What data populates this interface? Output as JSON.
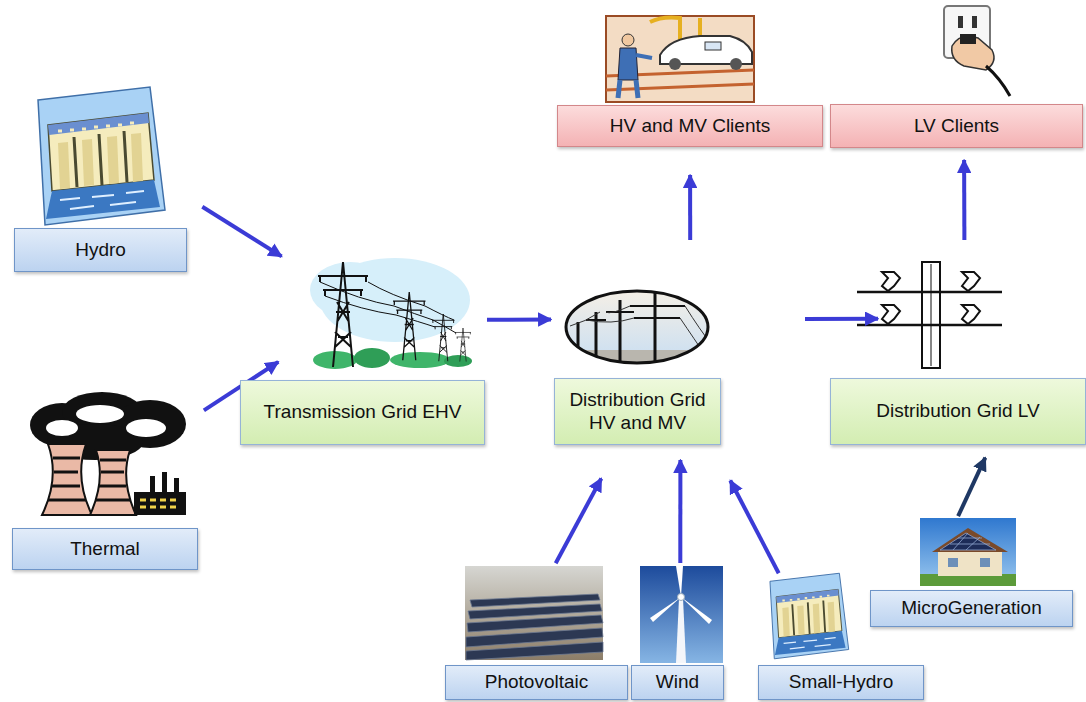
{
  "diagram": {
    "nodes": [
      {
        "text": [
          "HV and MV Clients"
        ]
      },
      {
        "text": [
          "LV Clients"
        ]
      },
      {
        "text": [
          "Hydro"
        ]
      },
      {
        "text": [
          "Transmission Grid EHV"
        ]
      },
      {
        "text": [
          "Distribution Grid HV and MV"
        ]
      },
      {
        "text": [
          "Distribution Grid LV"
        ]
      },
      {
        "text": [
          "Thermal"
        ]
      },
      {
        "text": [
          "MicroGeneration"
        ]
      },
      {
        "text": [
          "Photovoltaic"
        ]
      },
      {
        "text": [
          "Wind"
        ]
      },
      {
        "text": [
          "Small-Hydro"
        ]
      }
    ],
    "edges": [
      {
        "from": 2,
        "to": 3,
        "arrow": "to"
      },
      {
        "from": 6,
        "to": 3,
        "arrow": "to"
      },
      {
        "from": 3,
        "to": 4,
        "arrow": "to"
      },
      {
        "from": 4,
        "to": 5,
        "arrow": "to"
      },
      {
        "from": 4,
        "to": 0,
        "arrow": "to"
      },
      {
        "from": 5,
        "to": 1,
        "arrow": "to"
      },
      {
        "from": 8,
        "to": 4,
        "arrow": "to"
      },
      {
        "from": 9,
        "to": 4,
        "arrow": "to"
      },
      {
        "from": 10,
        "to": 4,
        "arrow": "to"
      },
      {
        "from": 7,
        "to": 5,
        "arrow": "to"
      }
    ]
  }
}
